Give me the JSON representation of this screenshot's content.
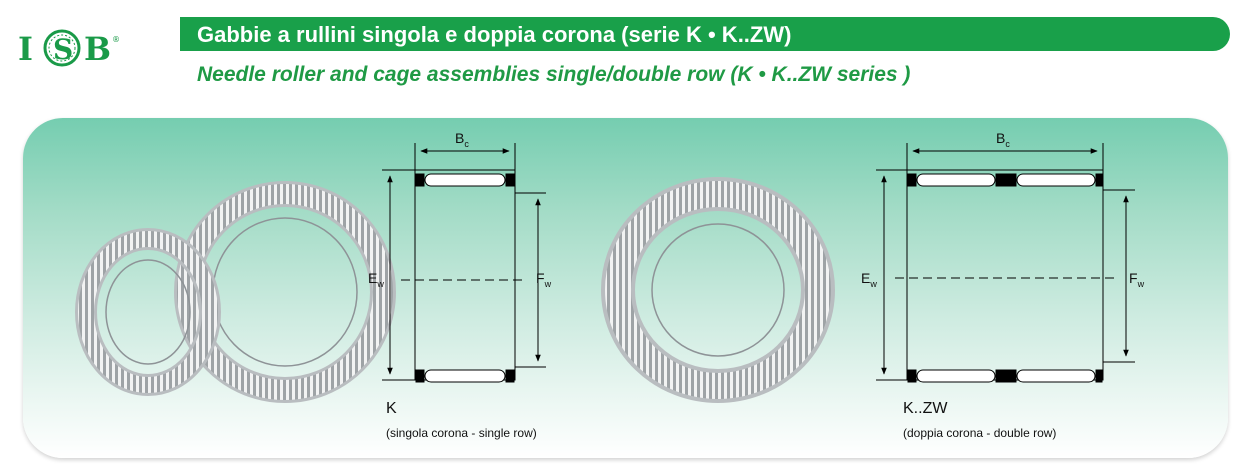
{
  "logo": {
    "text": "ISB",
    "registered": "®"
  },
  "header": {
    "title_it": "Gabbie a rullini singola e doppia corona (serie K • K..ZW)",
    "title_en": "Needle roller and cage assemblies single/double row (K • K..ZW series )"
  },
  "colors": {
    "brand_green": "#19a04a",
    "panel_top": "#75cdb0"
  },
  "figures": {
    "single": {
      "dim_bc": "B",
      "dim_bc_sub": "c",
      "dim_ew": "E",
      "dim_ew_sub": "w",
      "dim_fw": "F",
      "dim_fw_sub": "w",
      "code": "K",
      "description": "(singola corona - single row)"
    },
    "double": {
      "dim_bc": "B",
      "dim_bc_sub": "c",
      "dim_ew": "E",
      "dim_ew_sub": "w",
      "dim_fw": "F",
      "dim_fw_sub": "w",
      "code": "K..ZW",
      "description": "(doppia corona - double row)"
    }
  }
}
